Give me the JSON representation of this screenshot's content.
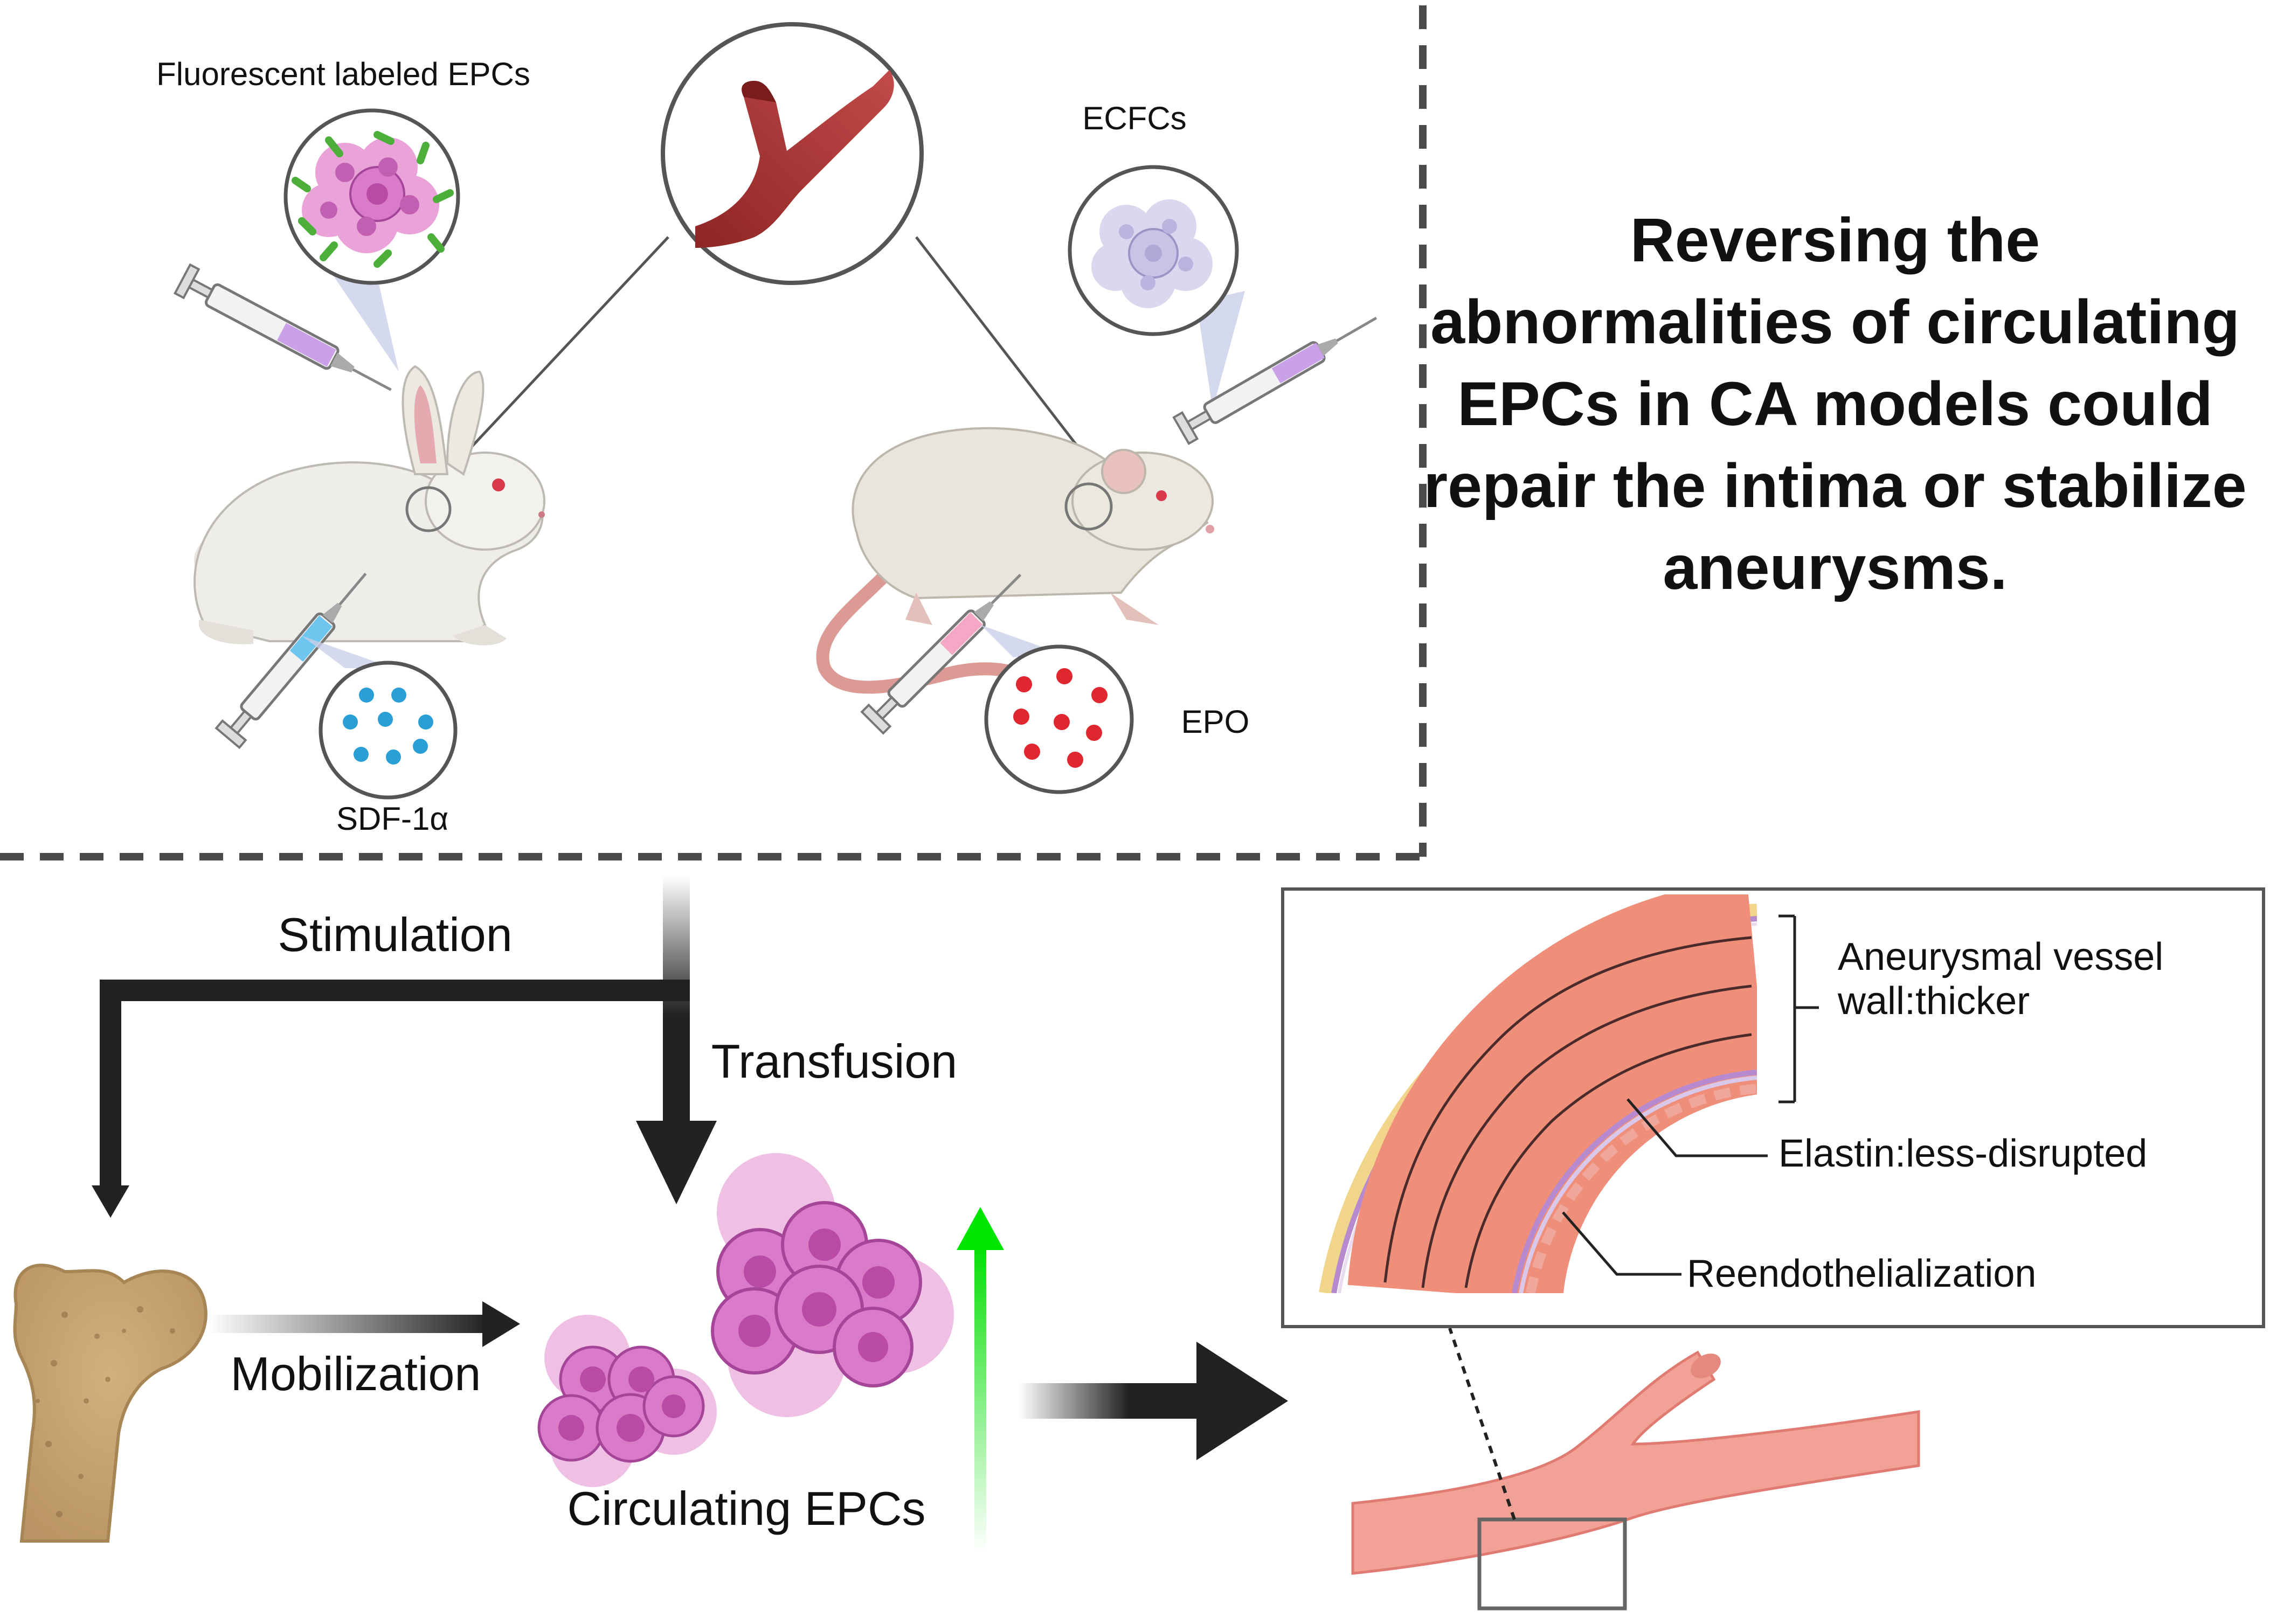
{
  "labels": {
    "fluorescent_epcs": "Fluorescent labeled EPCs",
    "ecfcs": "ECFCs",
    "sdf": "SDF-1α",
    "epo": "EPO",
    "stimulation": "Stimulation",
    "transfusion": "Transfusion",
    "mobilization": "Mobilization",
    "circulating_epcs": "Circulating EPCs",
    "aneurysmal_wall": [
      "Aneurysmal vessel",
      "wall:thicker"
    ],
    "elastin": "Elastin:less-disrupted",
    "reendothelialization": "Reendothelialization"
  },
  "headline": "Reversing the abnormalities of circulating EPCs in CA models could repair the intima or stabilize aneurysms.",
  "colors": {
    "vessel_dark": "#a83434",
    "vessel_light": "#f2a196",
    "cell_pink": "#d97bc8",
    "cell_nucleus": "#b94aa6",
    "label_green": "#4caf3a",
    "sdf_blue": "#2a9fd6",
    "epo_red": "#e0262e",
    "up_arrow_green": "#00e600",
    "adventitia_yellow": "#f1d58a",
    "media_salmon": "#ef8f7a",
    "intima_lilac": "#c9a3d8",
    "bone_tan": "#d8bd8f"
  }
}
